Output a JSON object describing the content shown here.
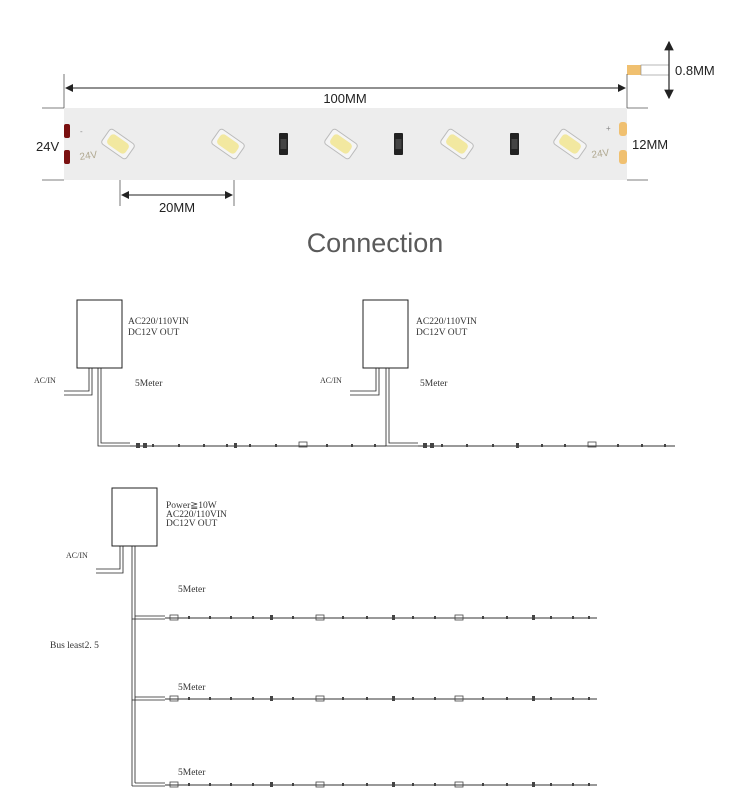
{
  "dimensions": {
    "length": "100MM",
    "thickness": "0.8MM",
    "width": "12MM",
    "voltage": "24V",
    "spacing": "20MM",
    "strip_mark": "24V"
  },
  "title": "Connection",
  "diagram1": {
    "left": {
      "psu_line1": "AC220/110VIN",
      "psu_line2": "DC12V OUT",
      "ac_label": "AC/IN",
      "length_label": "5Meter"
    },
    "right": {
      "psu_line1": "AC220/110VIN",
      "psu_line2": "DC12V OUT",
      "ac_label": "AC/IN",
      "length_label": "5Meter"
    }
  },
  "diagram2": {
    "psu_line1": "Power≧10W",
    "psu_line2": "AC220/110VIN",
    "psu_line3": "DC12V OUT",
    "ac_label": "AC/IN",
    "bus_label": "Bus least2. 5",
    "strip_labels": [
      "5Meter",
      "5Meter",
      "5Meter"
    ]
  },
  "colors": {
    "strip": "#ededed",
    "solder_pad_left": "#7a1010",
    "solder_pad_right": "#f0c070",
    "led_body": "#f5f5f5",
    "led_yellow": "#f2e8a0"
  }
}
